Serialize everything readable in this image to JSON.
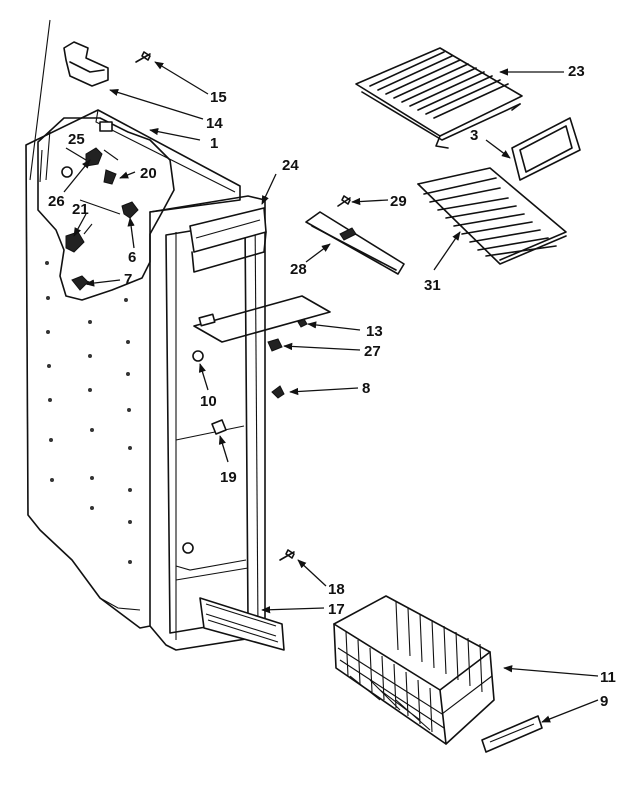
{
  "labels": {
    "p1": "1",
    "p3": "3",
    "p6": "6",
    "p7": "7",
    "p8": "8",
    "p9": "9",
    "p10": "10",
    "p11": "11",
    "p13": "13",
    "p14": "14",
    "p15": "15",
    "p17": "17",
    "p18": "18",
    "p19": "19",
    "p20": "20",
    "p21": "21",
    "p23": "23",
    "p24": "24",
    "p25": "25",
    "p26": "26",
    "p27": "27",
    "p28": "28",
    "p29": "29",
    "p31": "31"
  }
}
